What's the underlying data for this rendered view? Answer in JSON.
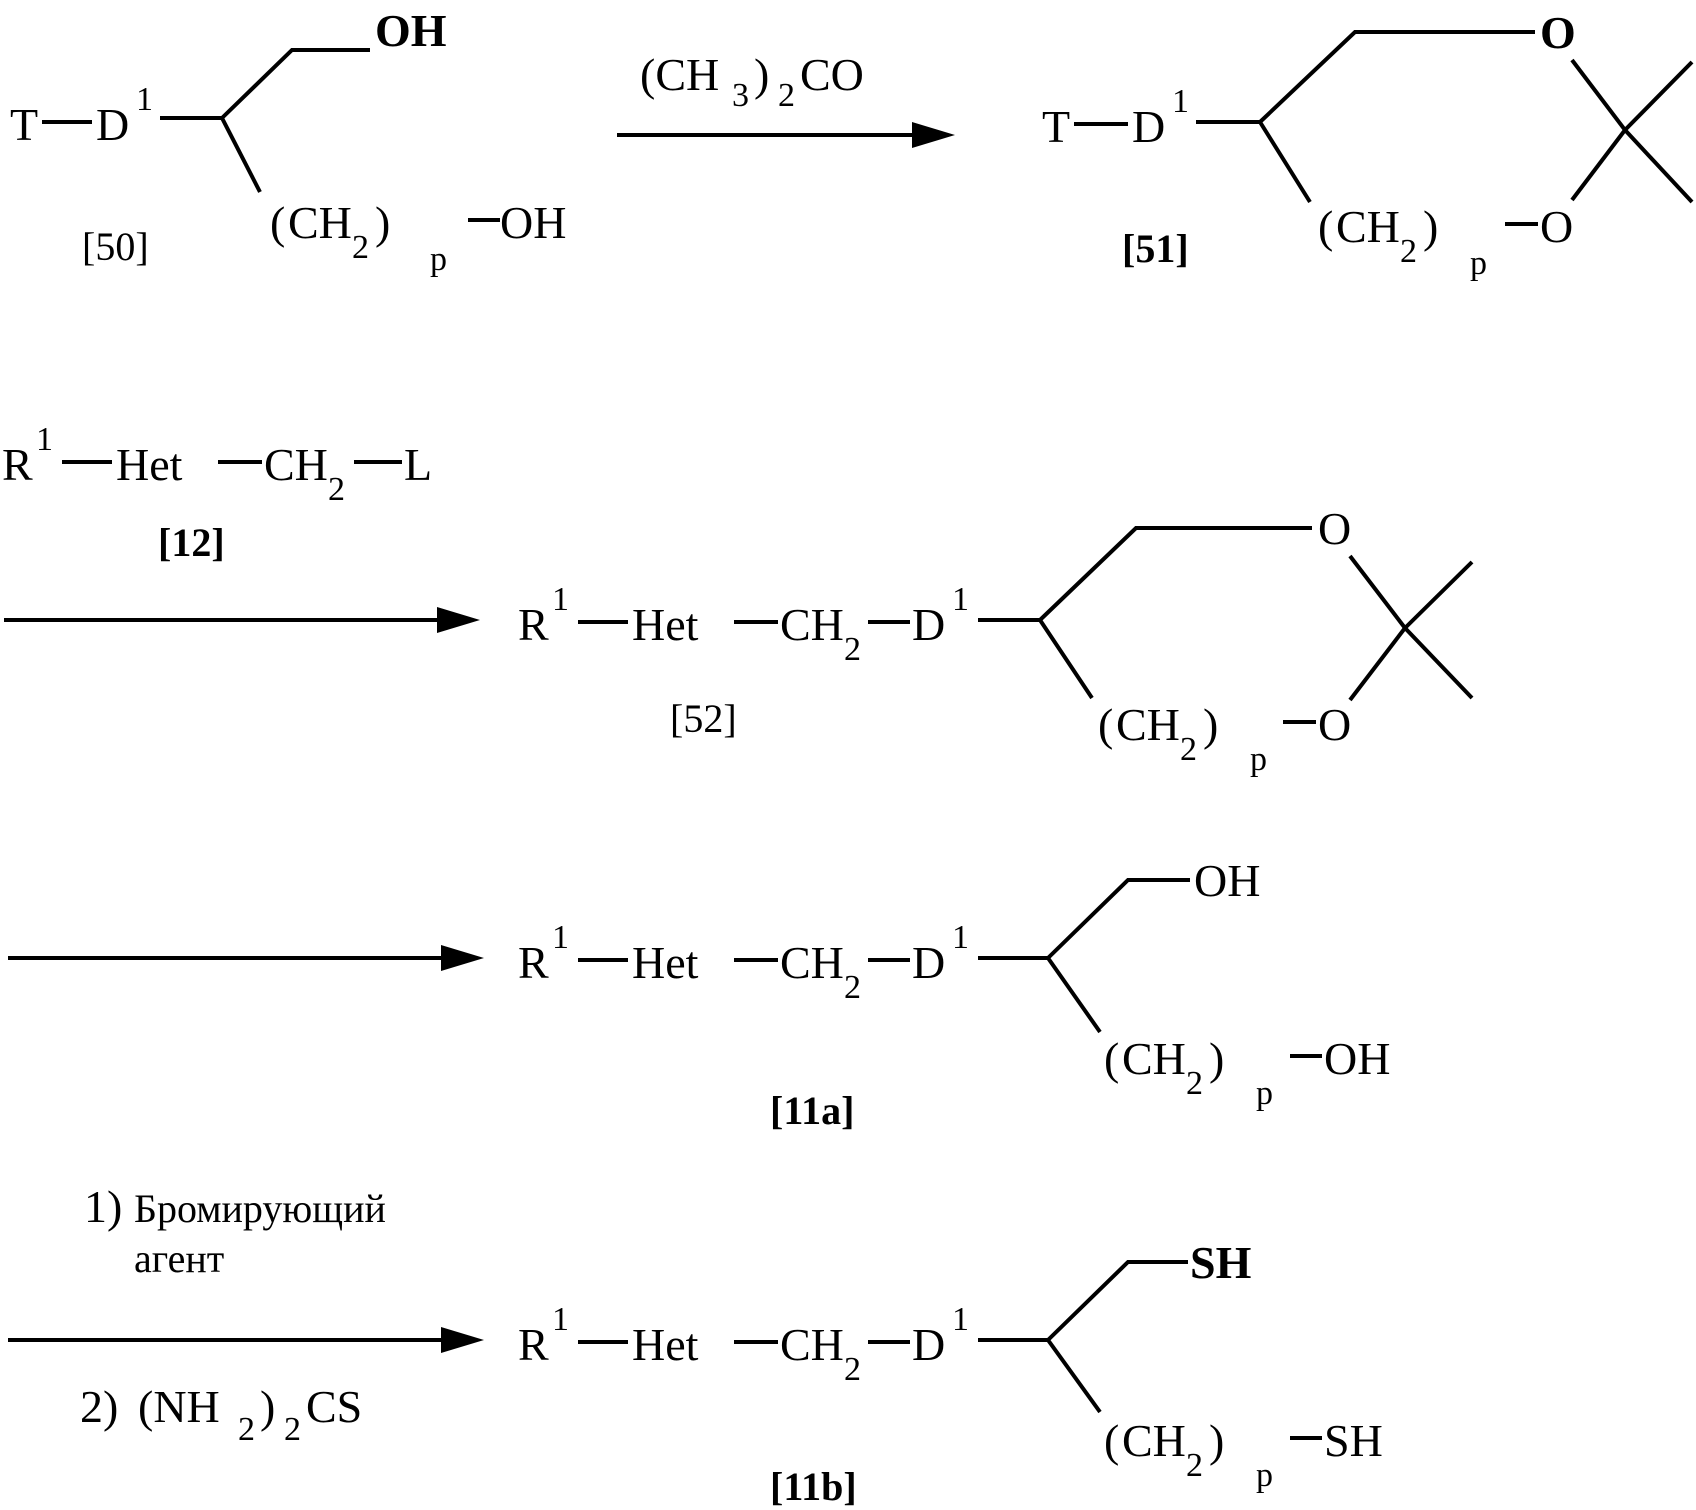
{
  "atoms": {
    "T": "T",
    "D": "D",
    "sup1": "1",
    "R": "R",
    "Het": "Het",
    "CH": "CH",
    "sub2": "2",
    "sub3": "3",
    "L": "L",
    "OH": "OH",
    "O": "O",
    "SH": "SH",
    "paren_open": "(",
    "paren_close": ")",
    "p": "p"
  },
  "labels": {
    "c50": "[50]",
    "c51": "[51]",
    "c12": "[12]",
    "c52": "[52]",
    "c11a": "[11a]",
    "c11b": "[11b]"
  },
  "reagents": {
    "acetone_open": "(CH",
    "acetone_sub3": "3",
    "acetone_close": ")",
    "acetone_sub2": "2",
    "acetone_co": "CO",
    "step1_num": "1)",
    "step1_line1": "Бромирующий",
    "step1_line2": "агент",
    "step2_num": "2)",
    "thiourea_open": "(NH",
    "thiourea_sub2": "2",
    "thiourea_close": ")",
    "thiourea_sub2b": "2",
    "thiourea_cs": "CS"
  }
}
